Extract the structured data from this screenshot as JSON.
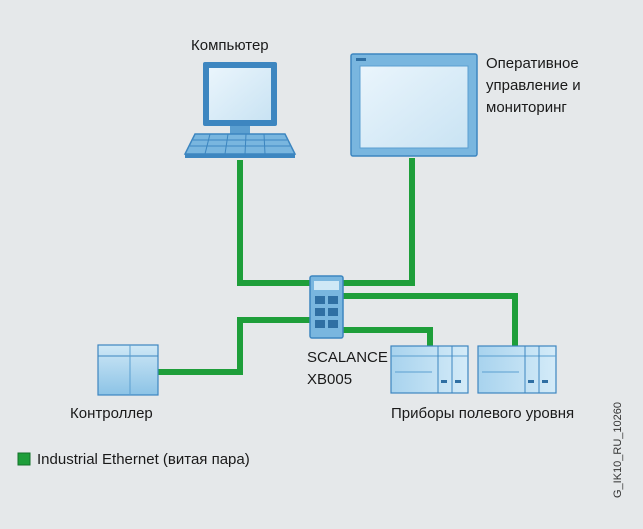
{
  "labels": {
    "computer": "Компьютер",
    "hmi_line1": "Оперативное",
    "hmi_line2": "управление и",
    "hmi_line3": "мониторинг",
    "switch_line1": "SCALANCE",
    "switch_line2": "XB005",
    "controller": "Контроллер",
    "field_devices": "Приборы полевого уровня"
  },
  "legend": {
    "label": "Industrial Ethernet (витая пара)",
    "color": "#1e9e3a"
  },
  "figure_id": "G_IK10_RU_10260",
  "colors": {
    "background": "#e5e8ea",
    "cable": "#1e9e3a",
    "device_light": "#bfe0f2",
    "device_mid": "#79b6df",
    "device_dark": "#3d86c0"
  }
}
